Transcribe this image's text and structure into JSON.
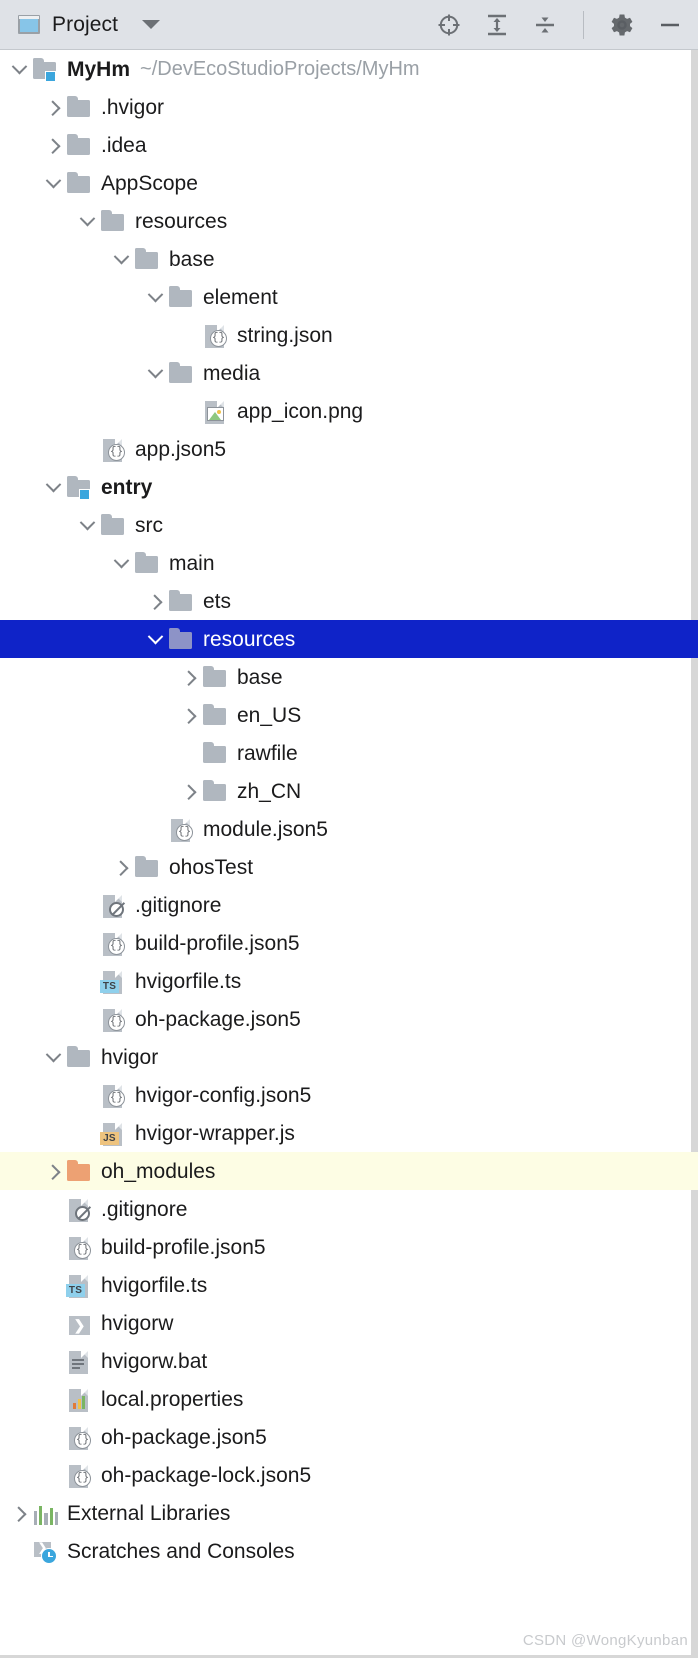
{
  "toolbar": {
    "tab_label": "Project",
    "tab_icon": "project-panel-icon",
    "dropdown_icon": "chevron-down-icon",
    "actions": [
      {
        "name": "select-opened-file-icon",
        "title": "Select Opened File"
      },
      {
        "name": "expand-all-icon",
        "title": "Expand All"
      },
      {
        "name": "collapse-all-icon",
        "title": "Collapse All"
      },
      {
        "name": "settings-gear-icon",
        "title": "Options"
      },
      {
        "name": "hide-minimize-icon",
        "title": "Hide"
      }
    ]
  },
  "colors": {
    "toolbar_bg": "#dfe2e7",
    "selection_bg": "#0f23c8",
    "selection_fg": "#ffffff",
    "highlight_row_bg": "#fdfde4",
    "folder_gray": "#b0b7bf",
    "folder_orange": "#eda173",
    "module_badge_blue": "#3ba6dd",
    "ts_badge": "#8fd0ec",
    "js_badge": "#eec37e",
    "text": "#1b1b1c",
    "path_text": "#9aa0a6",
    "scrollbar": "#d7d7d7"
  },
  "tree": {
    "rows": [
      {
        "depth": 0,
        "twisty": "down",
        "icon": "module-folder",
        "label": "MyHm",
        "bold": true,
        "path": "~/DevEcoStudioProjects/MyHm"
      },
      {
        "depth": 1,
        "twisty": "right",
        "icon": "folder",
        "label": ".hvigor"
      },
      {
        "depth": 1,
        "twisty": "right",
        "icon": "folder",
        "label": ".idea"
      },
      {
        "depth": 1,
        "twisty": "down",
        "icon": "folder",
        "label": "AppScope"
      },
      {
        "depth": 2,
        "twisty": "down",
        "icon": "folder",
        "label": "resources"
      },
      {
        "depth": 3,
        "twisty": "down",
        "icon": "folder",
        "label": "base"
      },
      {
        "depth": 4,
        "twisty": "down",
        "icon": "folder",
        "label": "element"
      },
      {
        "depth": 5,
        "twisty": "none",
        "icon": "json",
        "label": "string.json"
      },
      {
        "depth": 4,
        "twisty": "down",
        "icon": "folder",
        "label": "media"
      },
      {
        "depth": 5,
        "twisty": "none",
        "icon": "image",
        "label": "app_icon.png"
      },
      {
        "depth": 2,
        "twisty": "none",
        "icon": "json",
        "label": "app.json5"
      },
      {
        "depth": 1,
        "twisty": "down",
        "icon": "module-folder",
        "label": "entry",
        "bold": true
      },
      {
        "depth": 2,
        "twisty": "down",
        "icon": "folder",
        "label": "src"
      },
      {
        "depth": 3,
        "twisty": "down",
        "icon": "folder",
        "label": "main"
      },
      {
        "depth": 4,
        "twisty": "right",
        "icon": "folder",
        "label": "ets"
      },
      {
        "depth": 4,
        "twisty": "down",
        "icon": "folder",
        "label": "resources",
        "selected": true
      },
      {
        "depth": 5,
        "twisty": "right",
        "icon": "folder",
        "label": "base"
      },
      {
        "depth": 5,
        "twisty": "right",
        "icon": "folder",
        "label": "en_US"
      },
      {
        "depth": 5,
        "twisty": "none",
        "icon": "folder",
        "label": "rawfile"
      },
      {
        "depth": 5,
        "twisty": "right",
        "icon": "folder",
        "label": "zh_CN"
      },
      {
        "depth": 4,
        "twisty": "none",
        "icon": "json",
        "label": "module.json5"
      },
      {
        "depth": 3,
        "twisty": "right",
        "icon": "folder",
        "label": "ohosTest"
      },
      {
        "depth": 2,
        "twisty": "none",
        "icon": "gitignore",
        "label": ".gitignore"
      },
      {
        "depth": 2,
        "twisty": "none",
        "icon": "json",
        "label": "build-profile.json5"
      },
      {
        "depth": 2,
        "twisty": "none",
        "icon": "ts",
        "label": "hvigorfile.ts"
      },
      {
        "depth": 2,
        "twisty": "none",
        "icon": "json",
        "label": "oh-package.json5"
      },
      {
        "depth": 1,
        "twisty": "down",
        "icon": "folder",
        "label": "hvigor"
      },
      {
        "depth": 2,
        "twisty": "none",
        "icon": "json",
        "label": "hvigor-config.json5"
      },
      {
        "depth": 2,
        "twisty": "none",
        "icon": "js",
        "label": "hvigor-wrapper.js"
      },
      {
        "depth": 1,
        "twisty": "right",
        "icon": "folder-orange",
        "label": "oh_modules",
        "highlight": true
      },
      {
        "depth": 1,
        "twisty": "none",
        "icon": "gitignore",
        "label": ".gitignore"
      },
      {
        "depth": 1,
        "twisty": "none",
        "icon": "json",
        "label": "build-profile.json5"
      },
      {
        "depth": 1,
        "twisty": "none",
        "icon": "ts",
        "label": "hvigorfile.ts"
      },
      {
        "depth": 1,
        "twisty": "none",
        "icon": "shell",
        "label": "hvigorw"
      },
      {
        "depth": 1,
        "twisty": "none",
        "icon": "text",
        "label": "hvigorw.bat"
      },
      {
        "depth": 1,
        "twisty": "none",
        "icon": "properties",
        "label": "local.properties"
      },
      {
        "depth": 1,
        "twisty": "none",
        "icon": "json",
        "label": "oh-package.json5"
      },
      {
        "depth": 1,
        "twisty": "none",
        "icon": "json",
        "label": "oh-package-lock.json5"
      },
      {
        "depth": 0,
        "twisty": "right",
        "icon": "library",
        "label": "External Libraries"
      },
      {
        "depth": 0,
        "twisty": "none",
        "icon": "scratches",
        "label": "Scratches and Consoles"
      }
    ]
  },
  "watermark": {
    "text": "CSDN @WongKyunban"
  }
}
